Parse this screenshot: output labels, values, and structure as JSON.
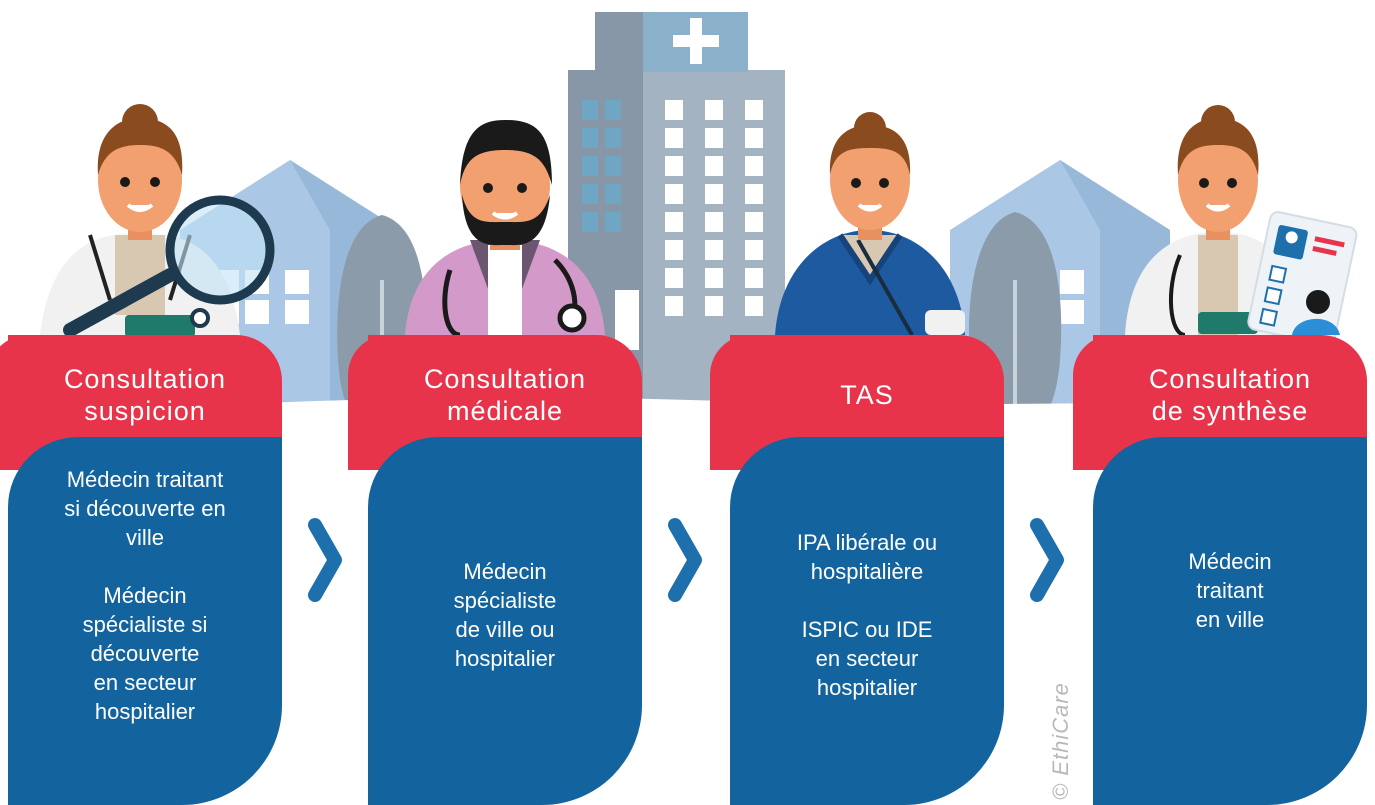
{
  "colors": {
    "header_red": "#e8344a",
    "body_blue": "#13649e",
    "chevron_blue": "#1e70ad",
    "building_gray": "#8a9aab",
    "building_blue": "#aac8e6"
  },
  "steps": [
    {
      "title": "Consultation\nsuspicion",
      "text": "Médecin traitant\nsi découverte en\nville\n\nMédecin\nspécialiste si\ndécouverte\nen secteur\nhospitalier",
      "illustration": "doctor-with-magnifying-glass"
    },
    {
      "title": "Consultation\nmédicale",
      "text": "Médecin\nspécialiste\nde ville ou\nhospitalier",
      "illustration": "bearded-doctor-with-stethoscope"
    },
    {
      "title": "TAS",
      "text": "IPA libérale ou\nhospitalière\n\nISPIC ou IDE\nen secteur\nhospitalier",
      "illustration": "nurse-in-scrubs"
    },
    {
      "title": "Consultation\nde synthèse",
      "text": "Médecin\ntraitant\nen ville",
      "illustration": "doctor-with-patient-file"
    }
  ],
  "watermark": "© EthiCare"
}
